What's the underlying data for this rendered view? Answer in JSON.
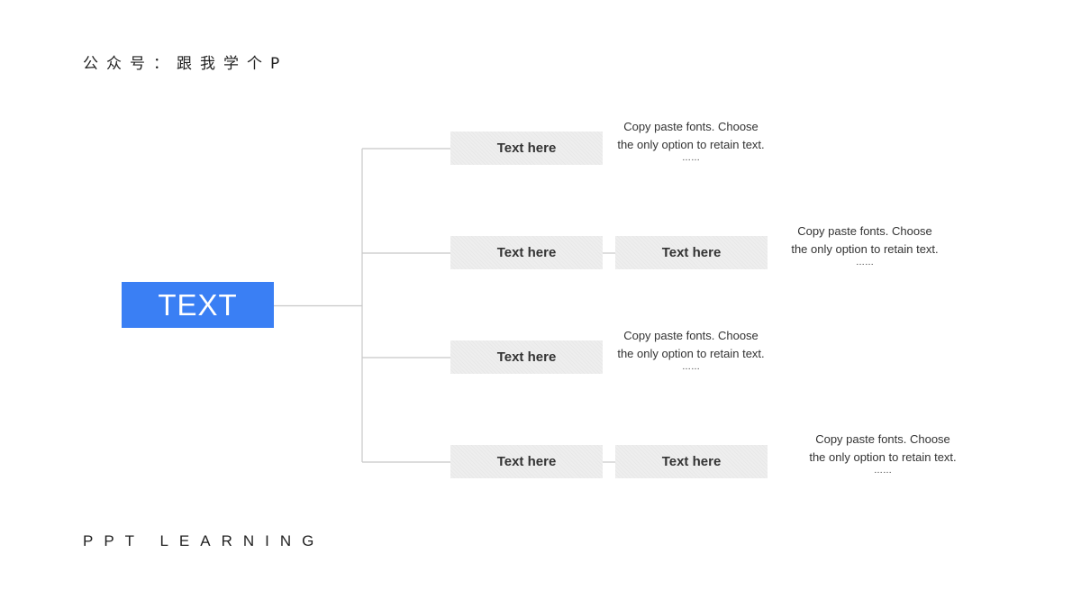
{
  "header": {
    "title": "公众号：跟我学个P"
  },
  "footer": {
    "title": "PPT LEARNING"
  },
  "root": {
    "label": "TEXT",
    "color": "#3a7ff4"
  },
  "branches": [
    {
      "nodes": [
        "Text here"
      ],
      "description": {
        "text": "Copy paste fonts. Choose the only option to retain text.",
        "ellipsis": "……"
      }
    },
    {
      "nodes": [
        "Text here",
        "Text here"
      ],
      "description": {
        "text": "Copy paste fonts. Choose the only option to retain text.",
        "ellipsis": "……"
      }
    },
    {
      "nodes": [
        "Text here"
      ],
      "description": {
        "text": "Copy paste fonts. Choose the only option to retain text.",
        "ellipsis": "……"
      }
    },
    {
      "nodes": [
        "Text here",
        "Text here"
      ],
      "description": {
        "text": "Copy paste fonts. Choose the only option to retain text.",
        "ellipsis": "……"
      }
    }
  ]
}
